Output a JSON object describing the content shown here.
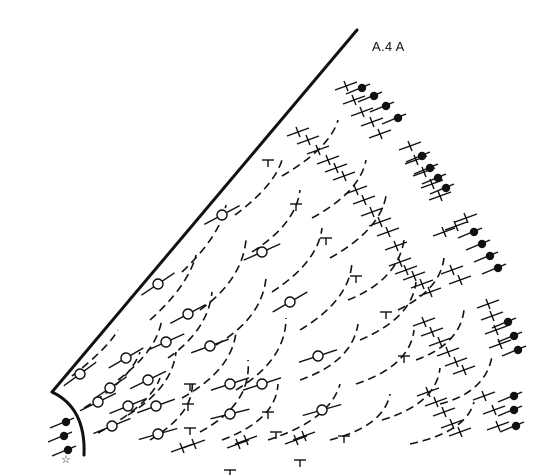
{
  "diagram": {
    "label": "A.4 A",
    "start_marker": "☆",
    "symbols": {
      "chain": "open-circle",
      "slip_stitch": "filled-circle",
      "single_crochet": "cross",
      "chain_space": "dashed-arc",
      "double_crochet": "t-bar"
    },
    "colors": {
      "ink": "#111111",
      "background": "#ffffff"
    }
  }
}
